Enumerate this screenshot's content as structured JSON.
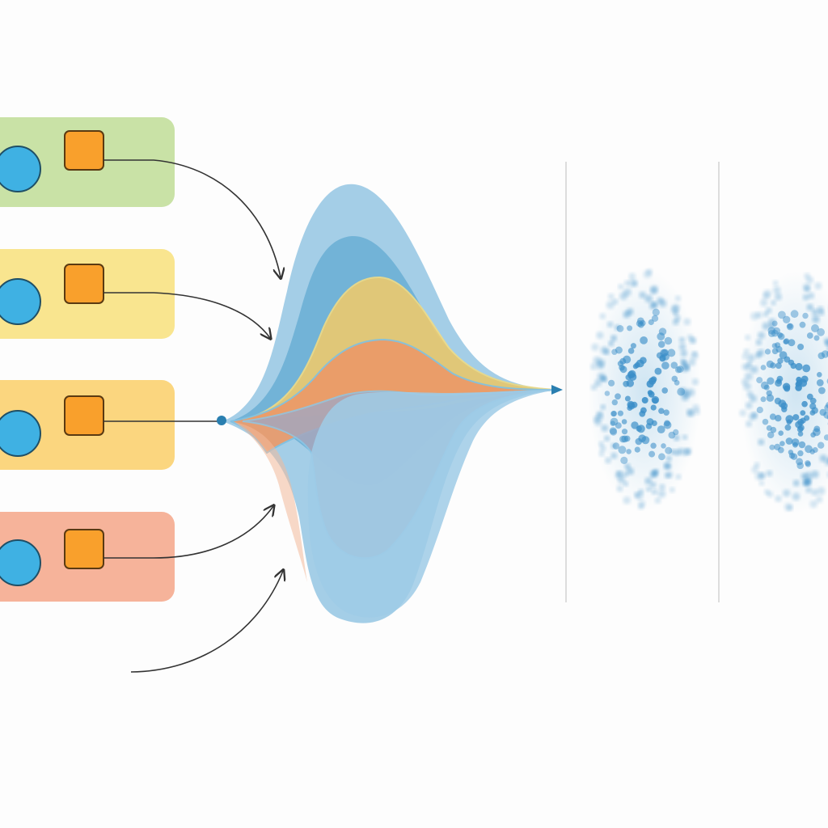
{
  "background": "#fdfdfd",
  "colors": {
    "circle_fill": "#3fb1e3",
    "circle_stroke": "#1f4f66",
    "square_fill": "#f9a02c",
    "square_stroke": "#5a3a12",
    "connector": "#333333",
    "node_dot": "#2a7fb0",
    "divider": "#c8c8c8",
    "scatter_dot": "#3a8ec8"
  },
  "input_cards": [
    {
      "name": "input-card-green",
      "fill": "#c9e2a6",
      "icons": [
        "circle-icon",
        "square-icon"
      ]
    },
    {
      "name": "input-card-yellow",
      "fill": "#f9e58f",
      "icons": [
        "circle-icon",
        "square-icon"
      ]
    },
    {
      "name": "input-card-orange",
      "fill": "#fbd67f",
      "icons": [
        "circle-icon",
        "square-icon"
      ]
    },
    {
      "name": "input-card-red",
      "fill": "#f6b39a",
      "icons": [
        "circle-icon",
        "square-icon"
      ]
    }
  ],
  "distribution_layers": [
    {
      "name": "distribution-layer-outer-blue",
      "fill": "#9fcbe6"
    },
    {
      "name": "distribution-layer-inner-blue",
      "fill": "#6aaed3"
    },
    {
      "name": "distribution-layer-yellow",
      "fill": "#ecca6e"
    },
    {
      "name": "distribution-layer-orange",
      "fill": "#ec9968"
    },
    {
      "name": "distribution-layer-grey",
      "fill": "#a6a7bd"
    }
  ],
  "scatter_clusters": [
    {
      "name": "point-cloud-1"
    },
    {
      "name": "point-cloud-2"
    }
  ]
}
